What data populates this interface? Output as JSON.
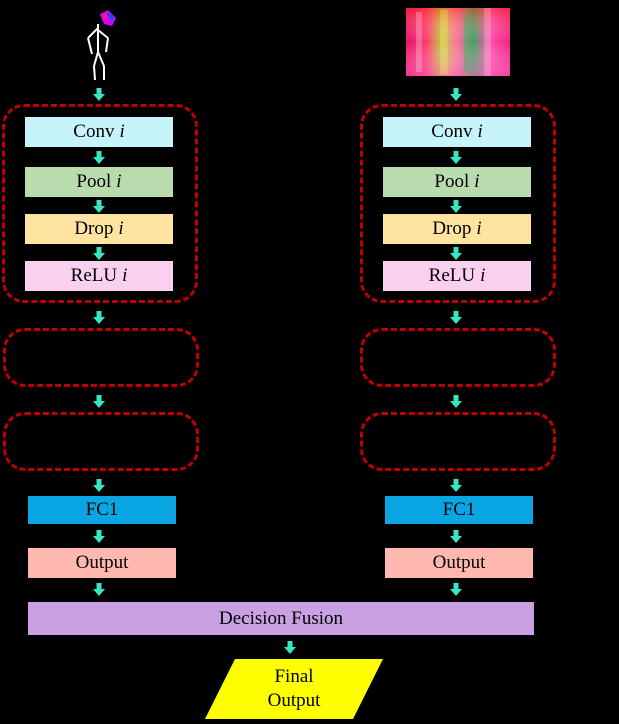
{
  "columns": [
    {
      "conv_label": "Conv",
      "pool_label": "Pool",
      "drop_label": "Drop",
      "relu_label": "ReLU",
      "layer_index": "i",
      "fc_label": "FC1",
      "output_label": "Output"
    },
    {
      "conv_label": "Conv",
      "pool_label": "Pool",
      "drop_label": "Drop",
      "relu_label": "ReLU",
      "layer_index": "i",
      "fc_label": "FC1",
      "output_label": "Output"
    }
  ],
  "fusion": {
    "label": "Decision Fusion"
  },
  "final": {
    "line1": "Final",
    "line2": "Output"
  },
  "colors": {
    "background": "#000000",
    "dash_border": "#c00000",
    "arrow": "#38e6c0",
    "conv": "#c7f3fb",
    "pool": "#b9dcae",
    "drop": "#ffe3a0",
    "relu": "#f9d0ef",
    "fc": "#0aa6e4",
    "output": "#ffb8b0",
    "fusion": "#c9a1e2",
    "final": "#ffff00"
  }
}
